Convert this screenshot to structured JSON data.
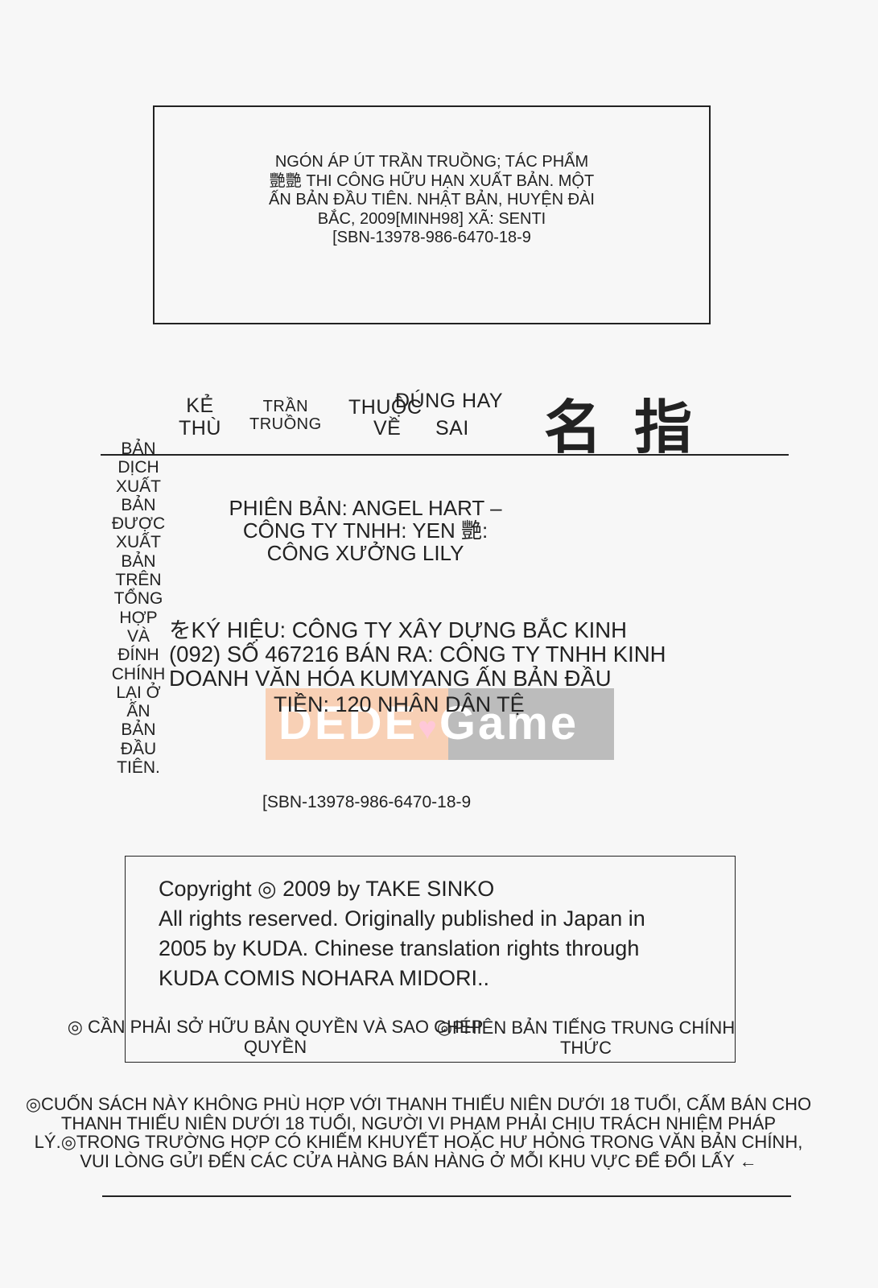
{
  "cip": {
    "text": "NGÓN ÁP ÚT TRẦN TRUỒNG; TÁC PHẨM\n艷艷 THI CÔNG HỮU HẠN XUẤT BẢN. MỘT\nẤN BẢN ĐẦU TIÊN. NHẬT BẢN, HUYỆN ĐÀI\nBẮC, 2009[MINH98] XÃ: SENTI\n[SBN-13978-986-6470-18-9"
  },
  "title_bar": {
    "w1": "KẺ\nTHÙ",
    "w2": "TRẦN\nTRUỒNG",
    "w3a": "ĐÚNG HAY",
    "w3b": "THUỘC",
    "w3c": "VỀ",
    "w3d": "SAI",
    "kanji": "名指"
  },
  "side_column": "BẢN\nDỊCH\nXUẤT\nBẢN\nĐƯỢC\nXUẤT\nBẢN\nTRÊN\nTỔNG\nHỢP\nVÀ\nĐÍNH\nCHÍNH\nLẠI Ở\nẤN\nBẢN\nĐẦU\nTIÊN.",
  "edition": "PHIÊN BẢN: ANGEL HART –\nCÔNG TY TNHH: YEN 艷:\nCÔNG XƯỞNG LILY",
  "publisher": "をKÝ HIỆU: CÔNG TY XÂY DỰNG BẮC KINH\n(092) SỐ 467216 BÁN RA: CÔNG TY TNHH KINH\nDOANH VĂN HÓA KUMYANG ẤN BẢN ĐẦU",
  "price": "TIỀN: 120 NHÂN DÂN TỆ",
  "watermark": {
    "left": "DEDE",
    "right": "Game"
  },
  "isbn": "[SBN-13978-986-6470-18-9",
  "copyright": "Copyright ◎ 2009 by TAKE SINKO\nAll rights reserved. Originally published in Japan in\n2005 by KUDA. Chinese translation rights through\nKUDA COMIS NOHARA MIDORI..",
  "rights_left": "◎ CẦN PHẢI SỞ HỮU BẢN QUYỀN VÀ SAO CHÉP\nQUYỀN",
  "rights_right": "◎PHIÊN BẢN TIẾNG TRUNG CHÍNH\nTHỨC",
  "notice": "◎CUỐN SÁCH NÀY KHÔNG PHÙ HỢP VỚI THANH THIẾU NIÊN DƯỚI 18 TUỔI, CẤM BÁN CHO\nTHANH THIẾU NIÊN DƯỚI 18 TUỔI, NGƯỜI VI PHẠM PHẢI CHỊU TRÁCH NHIỆM PHÁP\nLÝ.◎TRONG TRƯỜNG HỢP CÓ KHIẾM KHUYẾT HOẶC HƯ HỎNG TRONG VĂN BẢN CHÍNH,\nVUI LÒNG GỬI ĐẾN CÁC CỬA HÀNG BÁN HÀNG Ở MỖI KHU VỰC ĐỂ ĐỔI LẤY ←"
}
